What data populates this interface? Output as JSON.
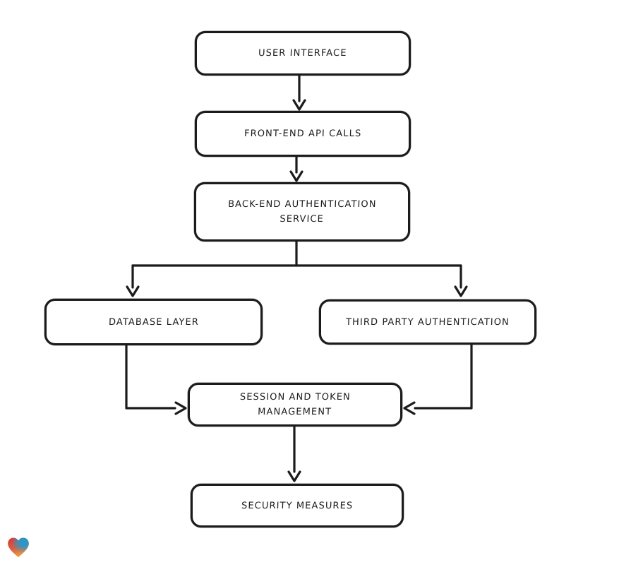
{
  "diagram": {
    "type": "flowchart",
    "background": "#ffffff",
    "stroke_color": "#1b1b1b",
    "node_fill": "#ffffff",
    "text_color": "#1d1d1d",
    "nodes": [
      {
        "id": "user-interface",
        "label": "USER INTERFACE"
      },
      {
        "id": "front-end-api-calls",
        "label": "FRONT-END API CALLS"
      },
      {
        "id": "back-end-authentication-service",
        "label": "BACK-END AUTHENTICATION SERVICE"
      },
      {
        "id": "database-layer",
        "label": "DATABASE LAYER"
      },
      {
        "id": "third-party-authentication",
        "label": "THIRD PARTY AUTHENTICATION"
      },
      {
        "id": "session-and-token-management",
        "label": "SESSION AND TOKEN MANAGEMENT"
      },
      {
        "id": "security-measures",
        "label": "SECURITY MEASURES"
      }
    ],
    "edges": [
      {
        "from": "user-interface",
        "to": "front-end-api-calls"
      },
      {
        "from": "front-end-api-calls",
        "to": "back-end-authentication-service"
      },
      {
        "from": "back-end-authentication-service",
        "to": "database-layer"
      },
      {
        "from": "back-end-authentication-service",
        "to": "third-party-authentication"
      },
      {
        "from": "database-layer",
        "to": "session-and-token-management"
      },
      {
        "from": "third-party-authentication",
        "to": "session-and-token-management"
      },
      {
        "from": "session-and-token-management",
        "to": "security-measures"
      }
    ],
    "logo": {
      "name": "gradient-heart",
      "colors": [
        "#e4332a",
        "#1d9bd1",
        "#f59f38"
      ]
    }
  }
}
